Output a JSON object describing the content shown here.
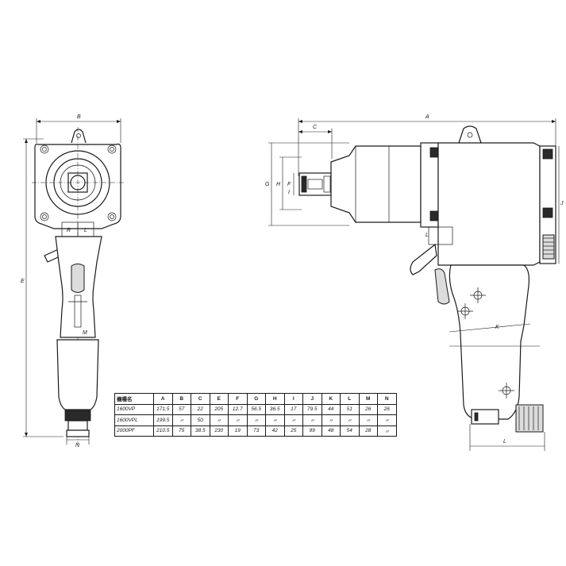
{
  "dimension_labels": {
    "A": "A",
    "B": "B",
    "C": "C",
    "E": "E",
    "F": "F",
    "G": "G",
    "H": "H",
    "I": "I",
    "J": "J",
    "K": "K",
    "L": "L",
    "M": "M",
    "N": "N",
    "R": "R",
    "L_small": "L"
  },
  "table": {
    "header_model": "機種名",
    "columns": [
      "A",
      "B",
      "C",
      "E",
      "F",
      "G",
      "H",
      "I",
      "J",
      "K",
      "L",
      "M",
      "N"
    ],
    "rows": [
      {
        "model": "1600VP",
        "values": [
          "171.5",
          "57",
          "22",
          "205",
          "12.7",
          "56.5",
          "36.5",
          "17",
          "79.5",
          "44",
          "51",
          "26",
          "26"
        ]
      },
      {
        "model": "1600VPL",
        "values": [
          "199.5",
          "〃",
          "50",
          "〃",
          "〃",
          "〃",
          "〃",
          "〃",
          "〃",
          "〃",
          "〃",
          "〃",
          "〃"
        ]
      },
      {
        "model": "2000PF",
        "values": [
          "210.5",
          "75",
          "38.5",
          "230",
          "19",
          "73",
          "42",
          "25",
          "99",
          "48",
          "54",
          "28",
          "〃"
        ]
      }
    ]
  }
}
